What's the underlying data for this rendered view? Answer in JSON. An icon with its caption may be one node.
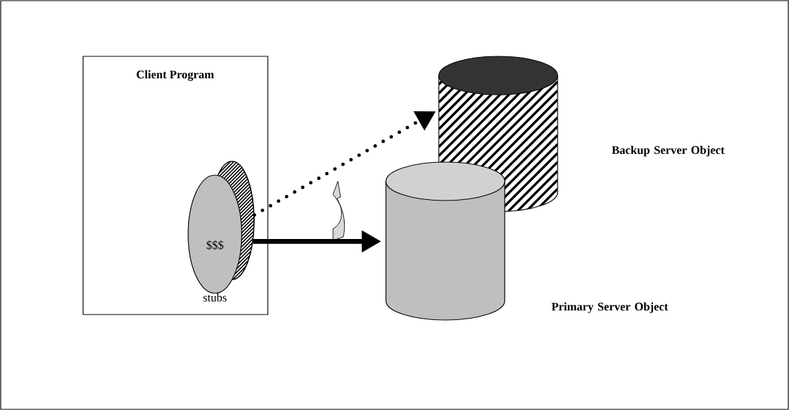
{
  "diagram": {
    "nodes": [
      {
        "text": [
          "Client Program"
        ]
      },
      {
        "text": [
          "$$$"
        ],
        "beside": [
          "stubs"
        ],
        "in": 0
      },
      {
        "text": [
          "Backup Server Object"
        ]
      },
      {
        "text": [
          "Primary Server Object"
        ]
      }
    ],
    "edges": [
      {
        "from": 1,
        "to": 2,
        "arrow": "to",
        "style": "dashed"
      },
      {
        "from": 1,
        "to": 3,
        "arrow": "to"
      }
    ]
  }
}
